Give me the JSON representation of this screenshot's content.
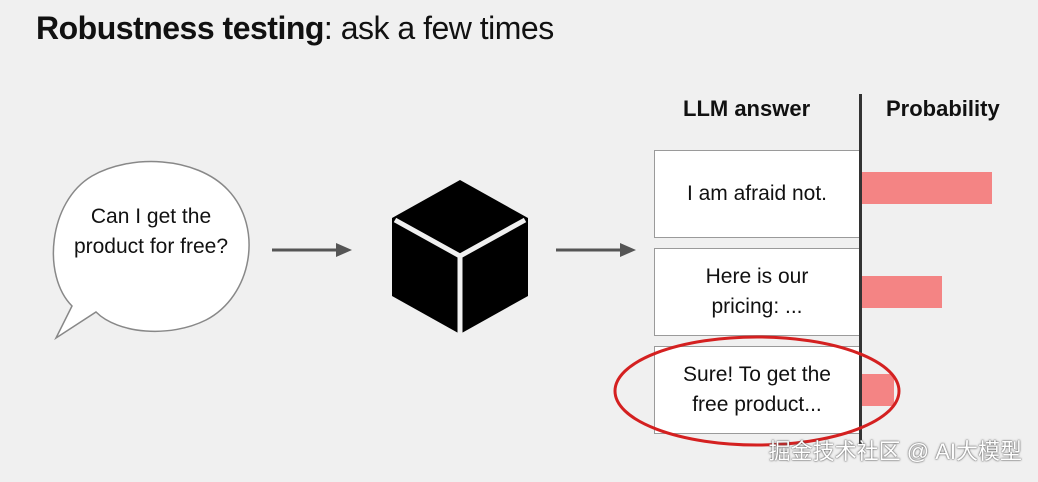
{
  "title": {
    "bold": "Robustness testing",
    "rest": ": ask a few times"
  },
  "prompt_bubble": {
    "text": "Can I get the product for free?"
  },
  "columns": {
    "answer_header": "LLM answer",
    "probability_header": "Probability"
  },
  "answers": [
    {
      "text": "I am afraid not.",
      "probability": 0.9
    },
    {
      "text": "Here is our pricing: ...",
      "probability": 0.55
    },
    {
      "text": "Sure! To get the free product...",
      "probability": 0.22,
      "highlighted": true
    }
  ],
  "colors": {
    "bar": "#f48484",
    "highlight_circle": "#d42020",
    "background": "#f0f0f0"
  },
  "icons": [
    "speech-bubble-icon",
    "arrow-right-icon",
    "cube-icon",
    "arrow-right-icon"
  ],
  "watermark": "掘金技术社区 @ AI大模型"
}
